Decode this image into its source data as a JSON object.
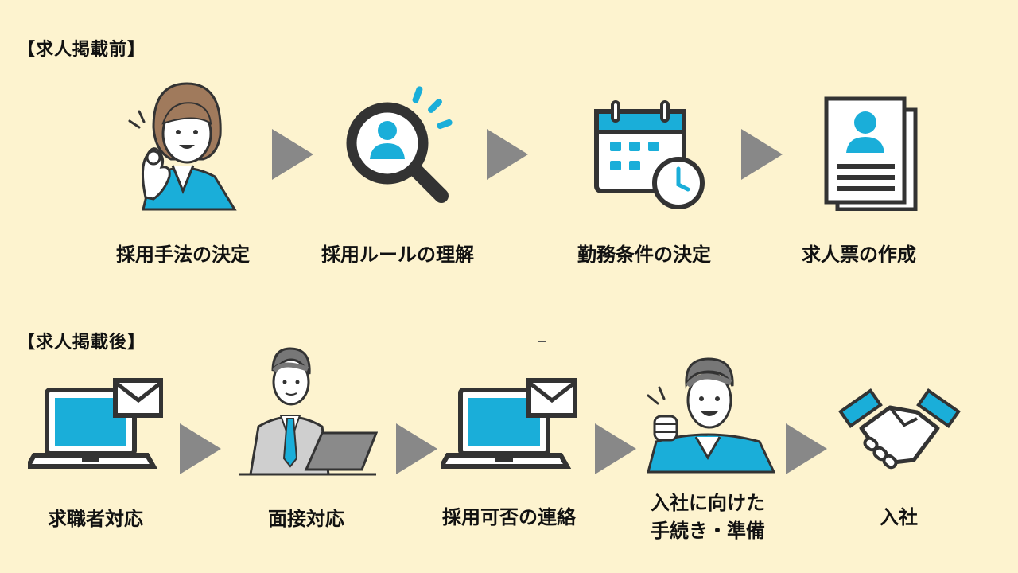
{
  "before": {
    "heading": "【求人掲載前】",
    "steps": [
      {
        "label": "採用手法の決定",
        "icon": "woman-ok-gesture-icon"
      },
      {
        "label": "採用ルールの理解",
        "icon": "magnifier-person-icon"
      },
      {
        "label": "勤務条件の決定",
        "icon": "calendar-clock-icon"
      },
      {
        "label": "求人票の作成",
        "icon": "job-sheet-icon"
      }
    ]
  },
  "after": {
    "heading": "【求人掲載後】",
    "steps": [
      {
        "label": "求職者対応",
        "icon": "laptop-mail-icon"
      },
      {
        "label": "面接対応",
        "icon": "businessman-laptop-icon"
      },
      {
        "label": "採用可否の連絡",
        "icon": "laptop-mail-icon"
      },
      {
        "label_lines": [
          "入社に向けた",
          "手続き・準備"
        ],
        "icon": "man-fist-pump-icon"
      },
      {
        "label": "入社",
        "icon": "handshake-icon"
      }
    ]
  },
  "colors": {
    "background": "#fdf3cf",
    "accent": "#1aaed9",
    "outline": "#333333",
    "arrow": "#888888"
  }
}
